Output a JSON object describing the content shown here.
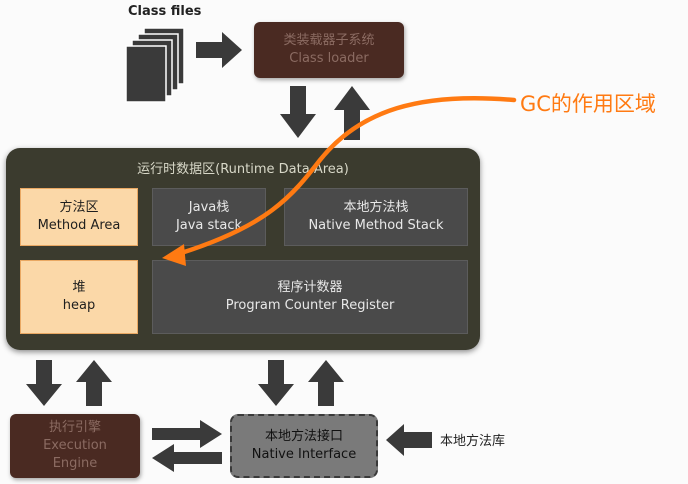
{
  "class_files": {
    "label": "Class files"
  },
  "class_loader": {
    "zh": "类装载器子系统",
    "en": "Class loader"
  },
  "gc_label": "GC的作用区域",
  "runtime_area": {
    "title": "运行时数据区(Runtime Data Area)",
    "method_area": {
      "zh": "方法区",
      "en": "Method Area"
    },
    "heap": {
      "zh": "堆",
      "en": "heap"
    },
    "java_stack": {
      "zh": "Java栈",
      "en": "Java stack"
    },
    "native_method_stack": {
      "zh": "本地方法栈",
      "en": "Native Method Stack"
    },
    "pc_register": {
      "zh": "程序计数器",
      "en": "Program Counter Register"
    }
  },
  "execution_engine": {
    "zh": "执行引擎",
    "en1": "Execution",
    "en2": "Engine"
  },
  "native_interface": {
    "zh": "本地方法接口",
    "en": "Native Interface"
  },
  "native_library": {
    "label": "本地方法库"
  },
  "colors": {
    "brown_box": "#4a2a22",
    "runtime_bg": "#3b3b2e",
    "orange_highlight": "#fbd8a8",
    "gc_arrow": "#ff7a12"
  }
}
